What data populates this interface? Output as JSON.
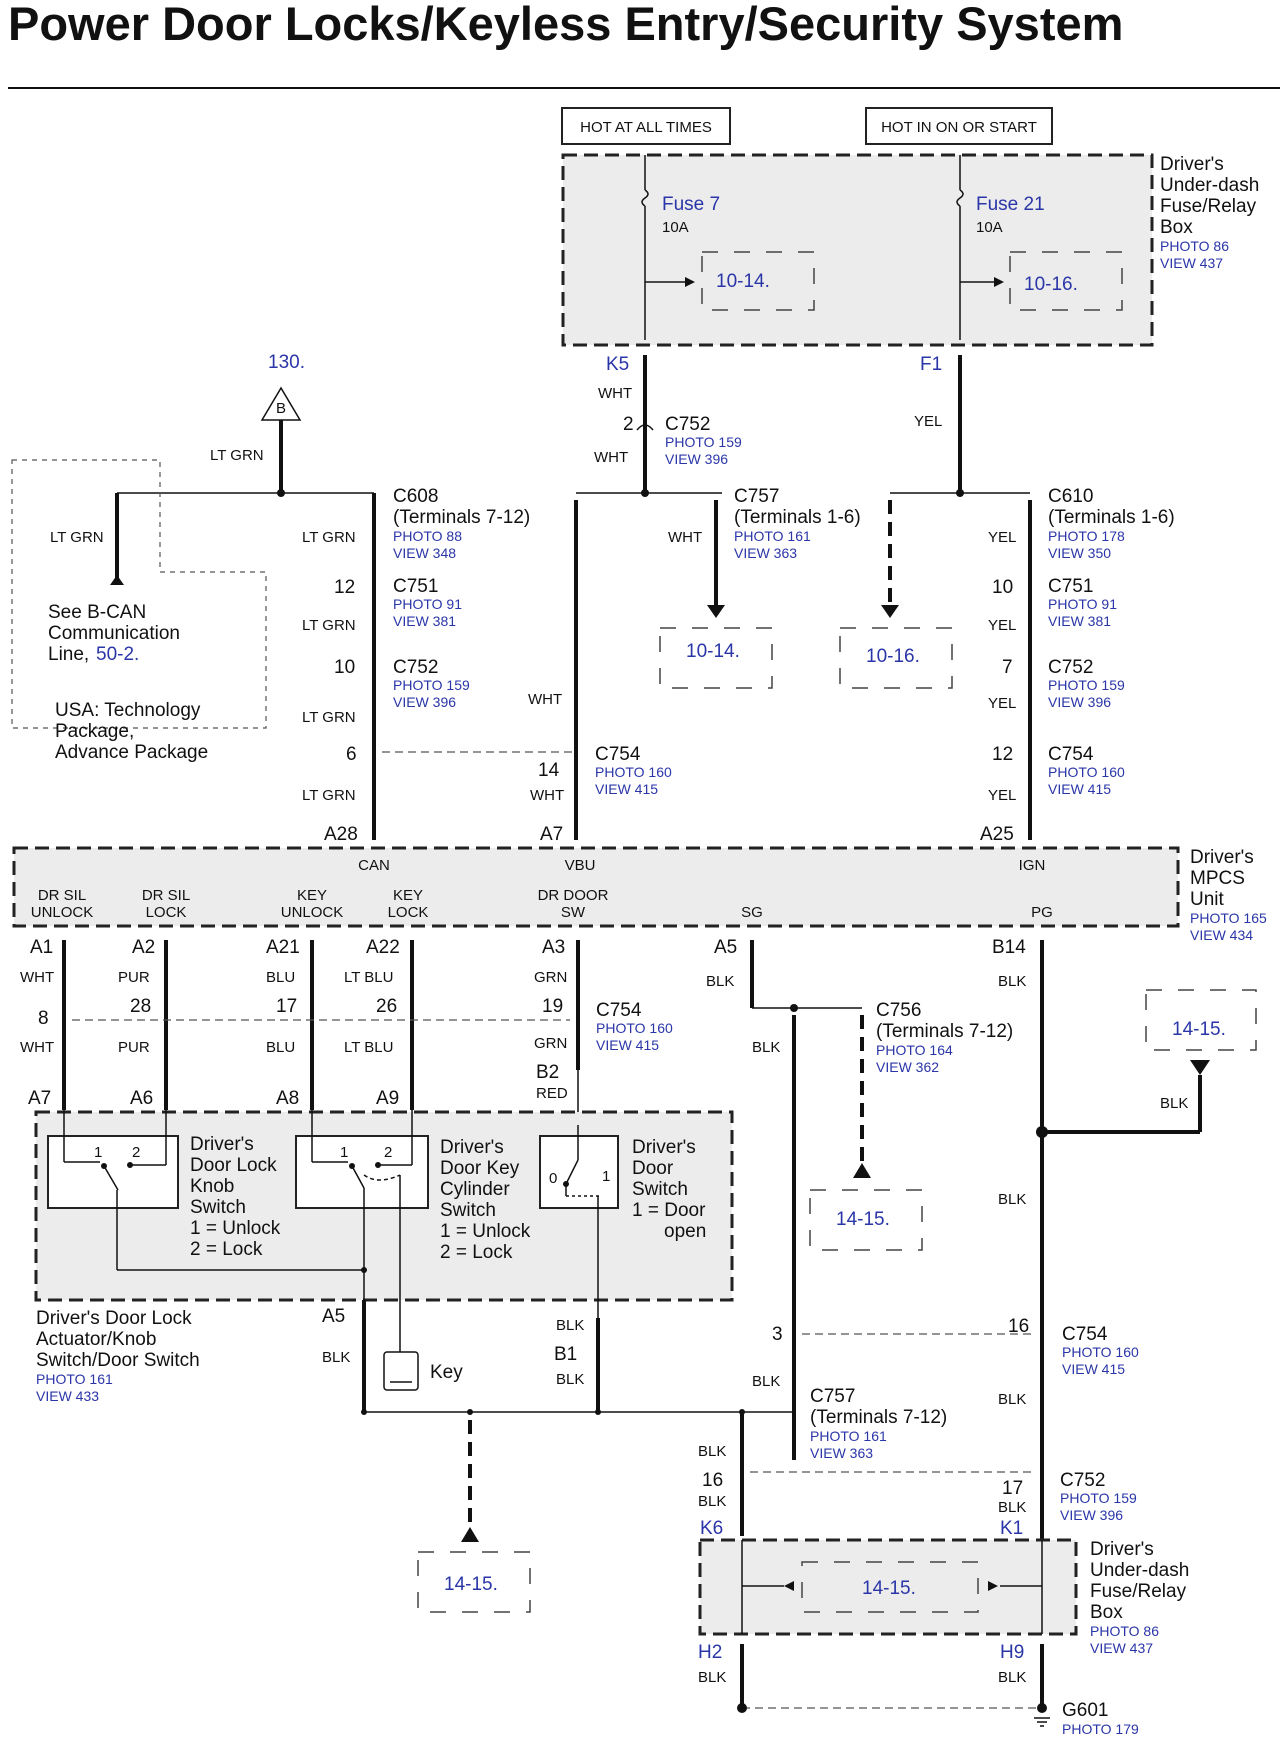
{
  "title": "Power Door Locks/Keyless Entry/Security System",
  "sources": {
    "hot_all": "HOT AT ALL TIMES",
    "hot_on": "HOT IN ON OR START"
  },
  "fusebox_top": {
    "name_lines": [
      "Driver's",
      "Under-dash",
      "Fuse/Relay",
      "Box"
    ],
    "photo": "PHOTO 86",
    "view": "VIEW 437",
    "fuse7": "Fuse 7",
    "fuse7_rating": "10A",
    "fuse7_ref": "10-14.",
    "fuse21": "Fuse 21",
    "fuse21_rating": "10A",
    "fuse21_ref": "10-16.",
    "pin_k5": "K5",
    "pin_f1": "F1"
  },
  "bcan": {
    "page_ref": "130.",
    "symbol": "B",
    "wire": "LT GRN",
    "left_wire": "LT GRN",
    "note_lines": [
      "See B-CAN",
      "Communication",
      "Line,"
    ],
    "note_ref": "50-2.",
    "usa_lines": [
      "USA: Technology",
      "Package,",
      "Advance Package"
    ]
  },
  "connectors": {
    "c752_top": {
      "name": "C752",
      "photo": "PHOTO 159",
      "view": "VIEW 396",
      "term": "2",
      "wire_above": "WHT",
      "wire_below": "WHT",
      "wire_yel": "YEL"
    },
    "c608": {
      "name": "C608",
      "terminals": "(Terminals 7-12)",
      "photo": "PHOTO 88",
      "view": "VIEW 348"
    },
    "c757a": {
      "name": "C757",
      "terminals": "(Terminals 1-6)",
      "photo": "PHOTO 161",
      "view": "VIEW 363",
      "wire": "WHT",
      "ref": "10-14."
    },
    "c610": {
      "name": "C610",
      "terminals": "(Terminals 1-6)",
      "photo": "PHOTO 178",
      "view": "VIEW 350",
      "ref": "10-16."
    },
    "c751_l": {
      "name": "C751",
      "photo": "PHOTO 91",
      "view": "VIEW 381",
      "term": "12"
    },
    "c751_r": {
      "name": "C751",
      "photo": "PHOTO 91",
      "view": "VIEW 381",
      "term": "10"
    },
    "c752_l": {
      "name": "C752",
      "photo": "PHOTO 159",
      "view": "VIEW 396",
      "term": "10"
    },
    "c752_r": {
      "name": "C752",
      "photo": "PHOTO 159",
      "view": "VIEW 396",
      "term": "7"
    },
    "c754_top": {
      "name": "C754",
      "photo": "PHOTO 160",
      "view": "VIEW 415",
      "term_l": "6",
      "term_m": "14"
    },
    "c754_topr": {
      "name": "C754",
      "photo": "PHOTO 160",
      "view": "VIEW 415",
      "term": "12"
    }
  },
  "wires_top": {
    "ltgrn": "LT GRN",
    "wht": "WHT",
    "yel": "YEL"
  },
  "mpcs": {
    "name_lines": [
      "Driver's",
      "MPCS",
      "Unit"
    ],
    "photo": "PHOTO 165",
    "view": "VIEW 434",
    "pin_a28": "A28",
    "pin_a7": "A7",
    "pin_a25": "A25",
    "can": "CAN",
    "vbu": "VBU",
    "ign": "IGN",
    "l1a": "DR SIL",
    "l1b": "UNLOCK",
    "l2a": "DR SIL",
    "l2b": "LOCK",
    "l3a": "KEY",
    "l3b": "UNLOCK",
    "l4a": "KEY",
    "l4b": "LOCK",
    "l5a": "DR DOOR",
    "l5b": "SW",
    "sg": "SG",
    "pg": "PG"
  },
  "lower": {
    "pins": [
      "A1",
      "A2",
      "A21",
      "A22",
      "A3",
      "A5",
      "B14"
    ],
    "wires": [
      "WHT",
      "PUR",
      "BLU",
      "LT BLU",
      "GRN",
      "BLK",
      "BLK"
    ],
    "c754_terms": [
      "8",
      "28",
      "17",
      "26",
      "19"
    ],
    "c754": {
      "name": "C754",
      "photo": "PHOTO 160",
      "view": "VIEW 415",
      "b2": "B2",
      "red": "RED"
    },
    "c756": {
      "name": "C756",
      "terminals": "(Terminals 7-12)",
      "photo": "PHOTO 164",
      "view": "VIEW 362",
      "wire": "BLK",
      "ref": "14-15."
    },
    "ref_right": "14-15.",
    "blk_right": "BLK",
    "act_pins": [
      "A7",
      "A6",
      "A8",
      "A9"
    ]
  },
  "actuator": {
    "knob_lines": [
      "Driver's",
      "Door Lock",
      "Knob",
      "Switch",
      "1 = Unlock",
      "2 = Lock"
    ],
    "cyl_lines": [
      "Driver's",
      "Door Key",
      "Cylinder",
      "Switch",
      "1 = Unlock",
      "2 = Lock"
    ],
    "door_lines": [
      "Driver's",
      "Door",
      "Switch",
      "1 = Door",
      "open"
    ],
    "name_lines": [
      "Driver's Door Lock",
      "Actuator/Knob",
      "Switch/Door Switch"
    ],
    "photo": "PHOTO 161",
    "view": "VIEW 433",
    "key": "Key",
    "a5": "A5",
    "blk": "BLK",
    "b1": "B1",
    "sw_1": "1",
    "sw_2": "2",
    "sw_0": "0"
  },
  "ground": {
    "c754b": {
      "name": "C754",
      "photo": "PHOTO 160",
      "view": "VIEW 415",
      "t3": "3",
      "t16": "16"
    },
    "c757b": {
      "name": "C757",
      "terminals": "(Terminals 7-12)",
      "photo": "PHOTO 161",
      "view": "VIEW 363"
    },
    "c752b": {
      "name": "C752",
      "photo": "PHOTO 159",
      "view": "VIEW 396",
      "t16": "16",
      "t17": "17"
    },
    "ref_left": "14-15.",
    "ref_box": "14-15.",
    "k6": "K6",
    "k1": "K1",
    "h2": "H2",
    "h9": "H9",
    "box_lines": [
      "Driver's",
      "Under-dash",
      "Fuse/Relay",
      "Box"
    ],
    "box_photo": "PHOTO 86",
    "box_view": "VIEW 437",
    "g601": "G601",
    "g601_photo": "PHOTO 179",
    "blk": "BLK"
  }
}
